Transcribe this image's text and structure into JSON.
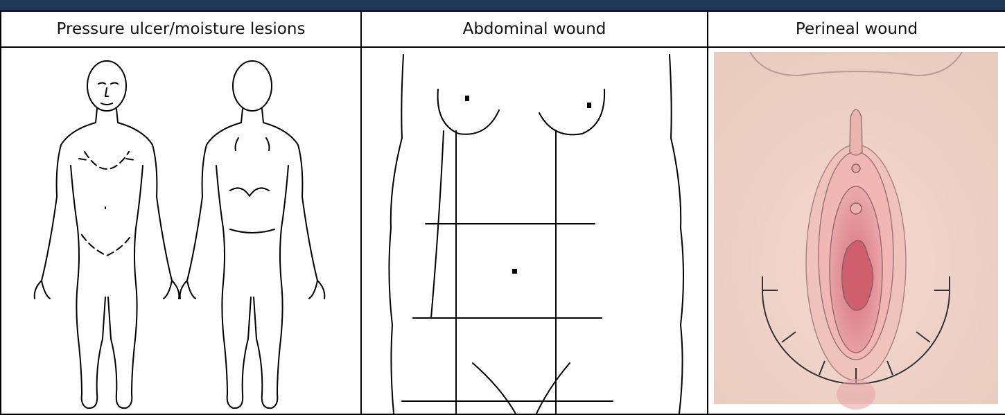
{
  "table": {
    "headers": [
      "Pressure ulcer/moisture lesions",
      "Abdominal wound",
      "Perineal wound"
    ]
  },
  "colors": {
    "top_band": "#1f3a59",
    "skin_light": "#f3dcd4",
    "skin_pink": "#e7a7a8",
    "line": "#000000"
  },
  "icons": [
    "body-front-diagram",
    "body-back-diagram",
    "abdomen-grid-diagram",
    "perineal-diagram"
  ]
}
